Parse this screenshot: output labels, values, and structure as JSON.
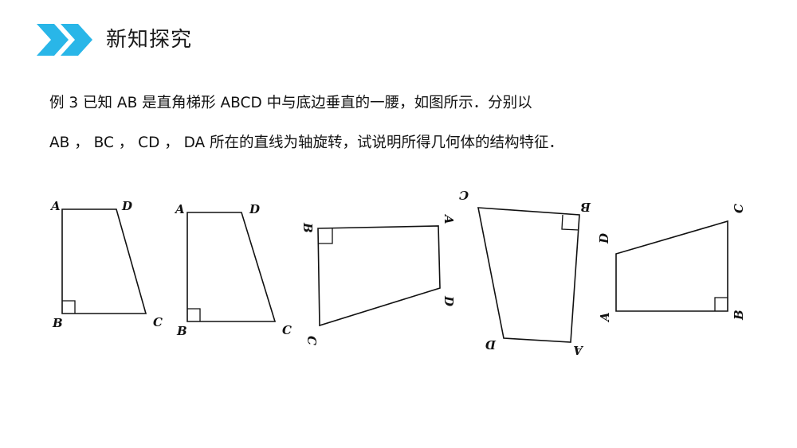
{
  "header": {
    "title": "新知探究",
    "icon": "double-chevron-right-icon",
    "icon_color": "#29B6E8"
  },
  "problem": {
    "line1": "例 3  已知 AB 是直角梯形 ABCD 中与底边垂直的一腰，如图所示．分别以",
    "line2": "AB ， BC ， CD ， DA 所在的直线为轴旋转，试说明所得几何体的结构特征．"
  },
  "figures": {
    "fig1": {
      "A": "A",
      "B": "B",
      "C": "C",
      "D": "D"
    },
    "fig2": {
      "A": "A",
      "B": "B",
      "C": "C",
      "D": "D"
    },
    "fig3": {
      "A": "A",
      "B": "B",
      "C": "C",
      "D": "D"
    },
    "fig4": {
      "A": "A",
      "B": "B",
      "C": "C",
      "D": "D"
    },
    "fig5": {
      "A": "A",
      "B": "B",
      "C": "C",
      "D": "D"
    }
  }
}
